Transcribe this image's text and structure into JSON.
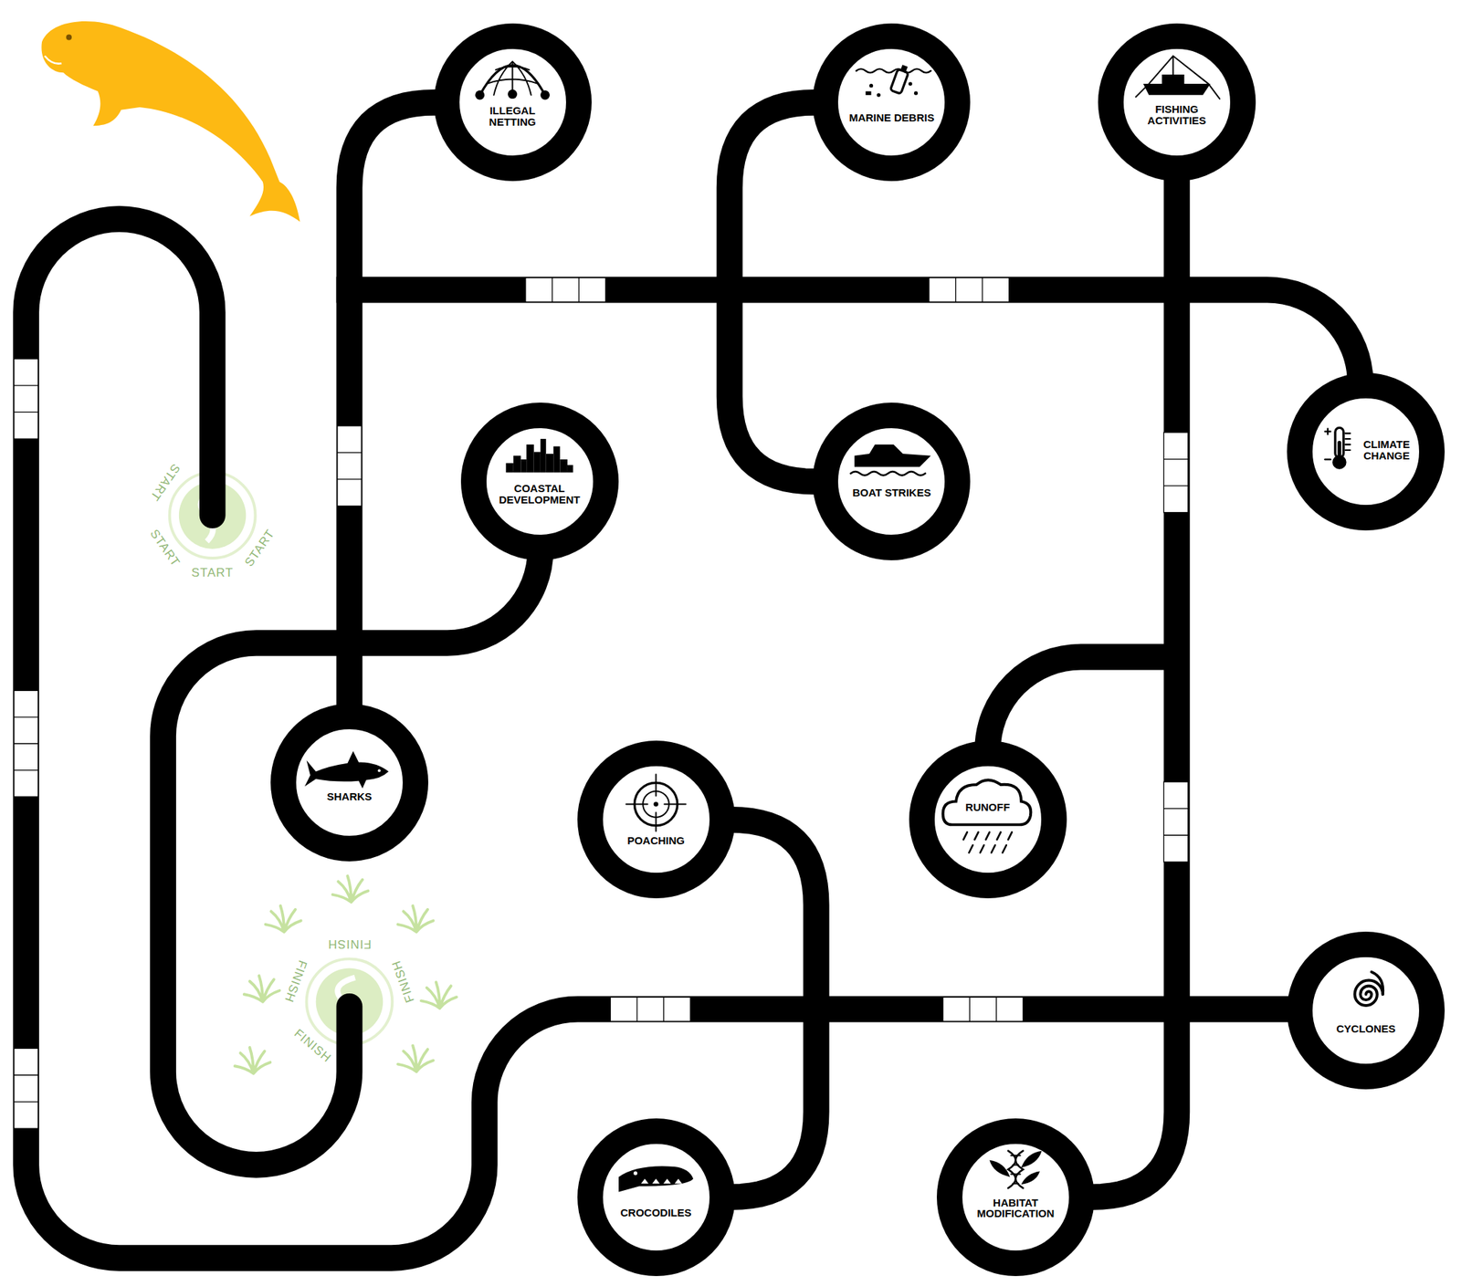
{
  "diagram": {
    "nodes": [
      {
        "text": [
          "ILLEGAL NETTING"
        ]
      },
      {
        "text": [
          "MARINE DEBRIS"
        ]
      },
      {
        "text": [
          "FISHING ACTIVITIES"
        ]
      },
      {
        "text": [
          "CLIMATE CHANGE"
        ]
      },
      {
        "text": [
          "COASTAL DEVELOPMENT"
        ]
      },
      {
        "text": [
          "BOAT STRIKES"
        ]
      },
      {
        "text": [
          "SHARKS"
        ]
      },
      {
        "text": [
          "POACHING"
        ]
      },
      {
        "text": [
          "RUNOFF"
        ]
      },
      {
        "text": [
          "CYCLONES"
        ]
      },
      {
        "text": [
          "CROCODILES"
        ]
      },
      {
        "text": [
          "HABITAT MODIFICATION"
        ]
      }
    ],
    "edges": [
      {
        "from": 0,
        "to": 6,
        "arrow": "none"
      },
      {
        "from": 1,
        "to": 5,
        "arrow": "none"
      },
      {
        "from": 2,
        "to": 11,
        "arrow": "none"
      },
      {
        "from": 7,
        "to": 10,
        "arrow": "none"
      }
    ],
    "labels": [
      "START",
      "START",
      "START",
      "START",
      "FINISH",
      "FINISH",
      "FINISH",
      "FINISH"
    ]
  }
}
